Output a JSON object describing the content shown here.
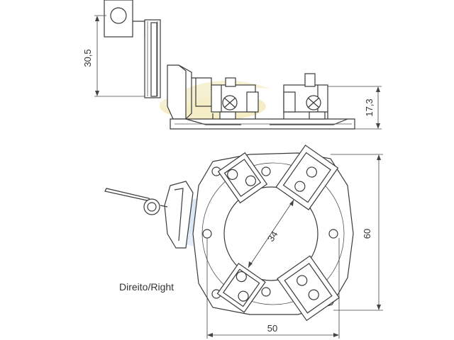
{
  "dimensions": {
    "side_height": "30,5",
    "side_depth": "17,3",
    "inner_diameter": "34",
    "outer_height": "60",
    "outer_width": "50"
  },
  "label": "Direito/Right",
  "colors": {
    "line": "#3a3a3a",
    "watermark_yellow": "#f2e7b3",
    "watermark_blue": "#cfe0ee"
  }
}
